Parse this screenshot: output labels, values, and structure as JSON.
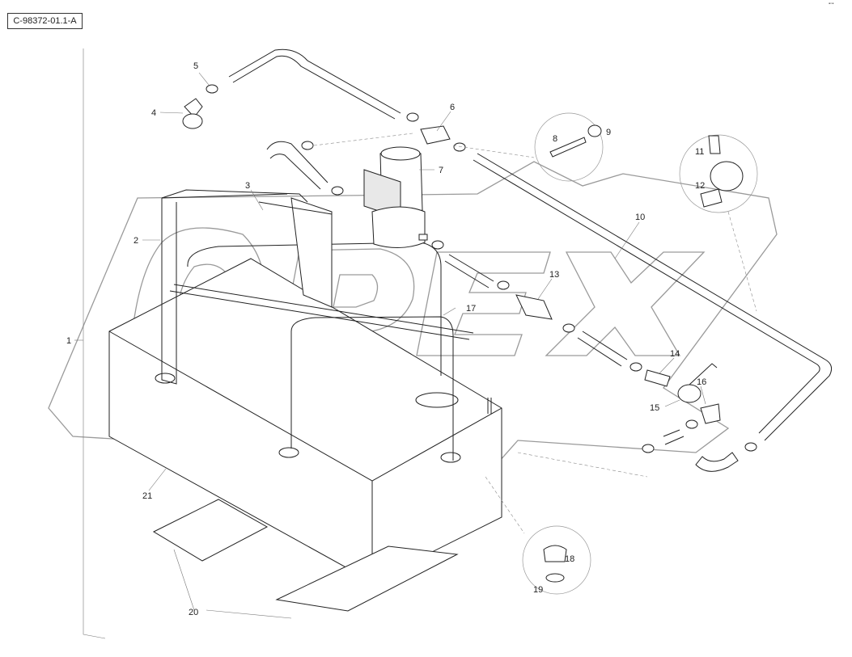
{
  "drawing_ref": "C-98372-01.1-A",
  "callouts": {
    "c1": "1",
    "c2": "2",
    "c3": "3",
    "c4": "4",
    "c5": "5",
    "c6": "6",
    "c7": "7",
    "c8": "8",
    "c9": "9",
    "c10": "10",
    "c11": "11",
    "c12": "12",
    "c13": "13",
    "c14": "14",
    "c15": "15",
    "c16": "16",
    "c17": "17",
    "c18": "18",
    "c19": "19",
    "c20": "20",
    "c21": "21"
  },
  "watermark": {
    "logo": "OPEX",
    "color": "#9a9a9a"
  },
  "icons": {
    "corner_mark": "small-logo-icon"
  }
}
